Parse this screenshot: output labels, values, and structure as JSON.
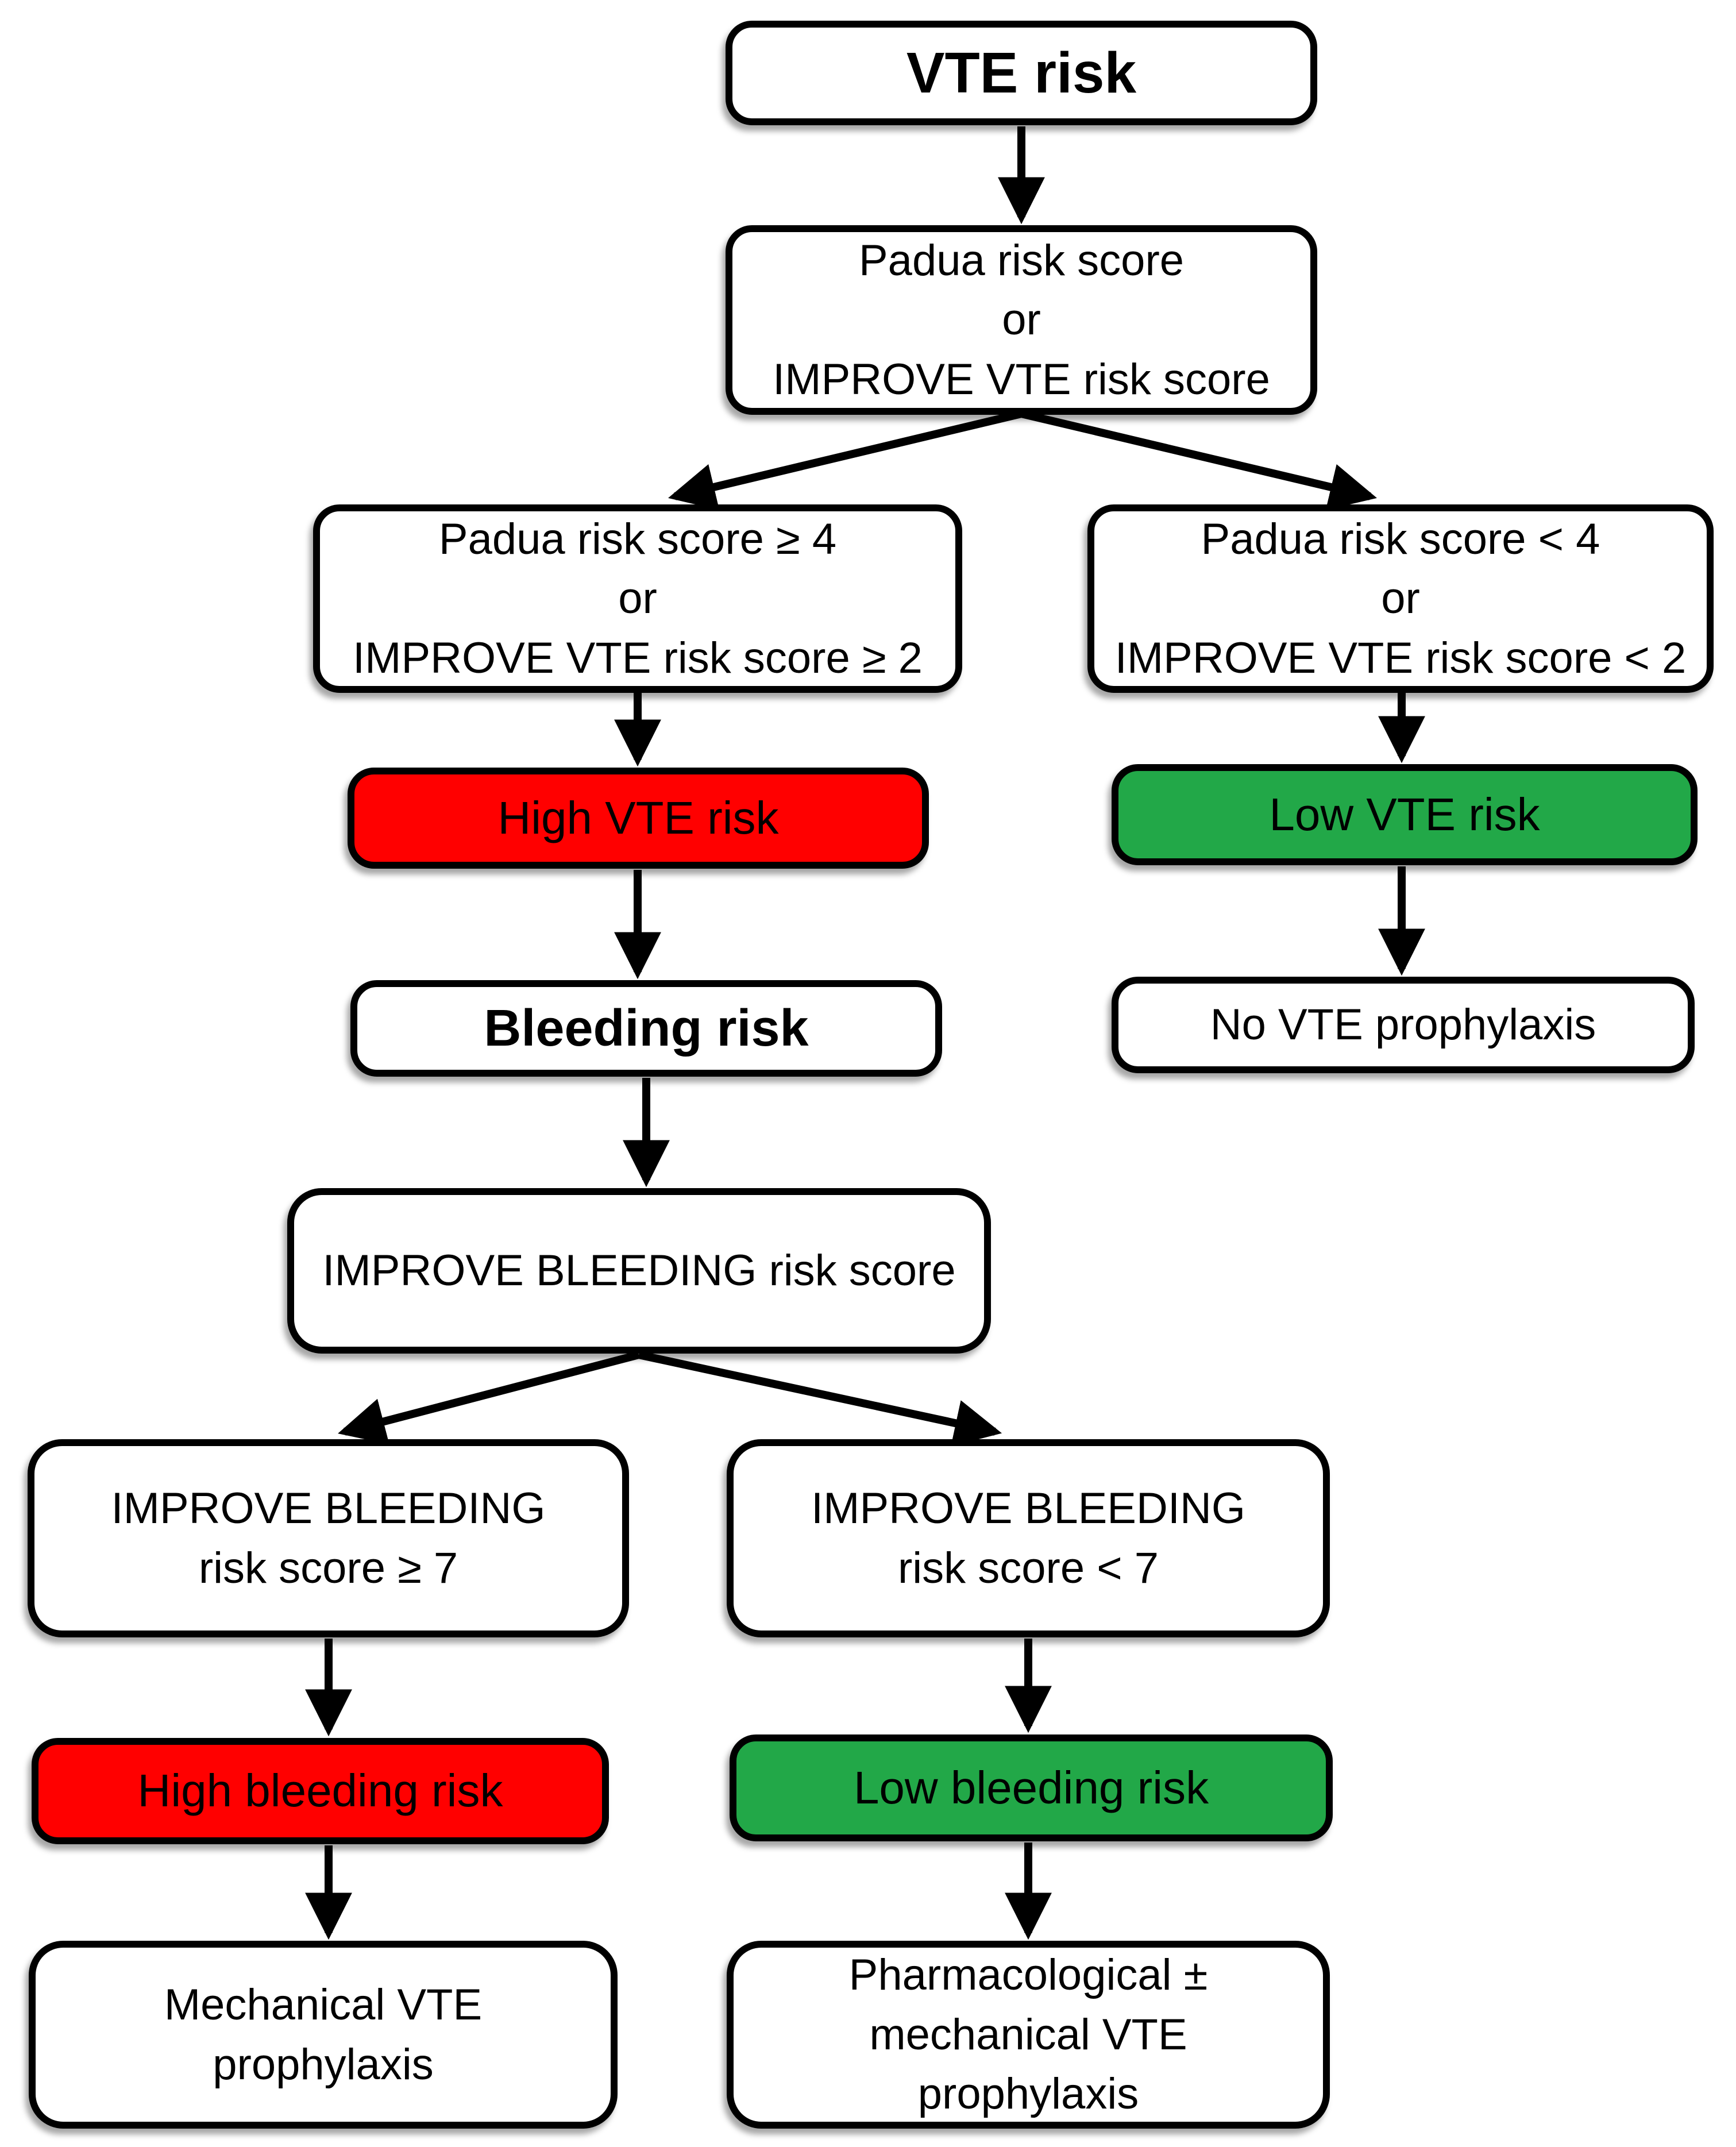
{
  "figure_type": "clinical-decision-flowchart",
  "colors": {
    "high_risk_fill": "#ff0000",
    "low_risk_fill": "#22a848",
    "box_fill": "#ffffff",
    "box_border": "#000000",
    "text": "#000000",
    "background": "#ffffff"
  },
  "nodes": {
    "vte_risk": {
      "label": "VTE risk"
    },
    "score_choice": {
      "lines": [
        "Padua risk score",
        "or",
        "IMPROVE VTE risk score"
      ]
    },
    "high_branch_criteria": {
      "lines": [
        "Padua risk score ≥ 4",
        "or",
        "IMPROVE VTE risk score ≥ 2"
      ]
    },
    "low_branch_criteria": {
      "lines": [
        "Padua risk score < 4",
        "or",
        "IMPROVE VTE risk score < 2"
      ]
    },
    "high_vte_risk": {
      "label": "High VTE risk"
    },
    "low_vte_risk": {
      "label": "Low VTE risk"
    },
    "bleeding_risk": {
      "label": "Bleeding risk"
    },
    "no_vte_prophylaxis": {
      "label": "No VTE prophylaxis"
    },
    "improve_bleeding_score": {
      "label": "IMPROVE BLEEDING risk score"
    },
    "high_bleed_criteria": {
      "lines": [
        "IMPROVE BLEEDING",
        "risk score ≥ 7"
      ]
    },
    "low_bleed_criteria": {
      "lines": [
        "IMPROVE BLEEDING",
        "risk score < 7"
      ]
    },
    "high_bleeding_risk": {
      "label": "High bleeding risk"
    },
    "low_bleeding_risk": {
      "label": "Low bleeding risk"
    },
    "mechanical_prophylaxis": {
      "lines": [
        "Mechanical VTE",
        "prophylaxis"
      ]
    },
    "pharm_mech_prophylaxis": {
      "lines": [
        "Pharmacological ±",
        "mechanical VTE",
        "prophylaxis"
      ]
    }
  }
}
